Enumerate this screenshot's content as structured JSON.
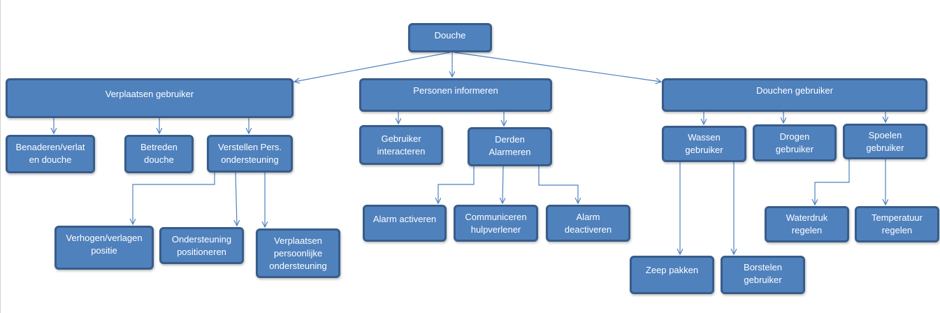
{
  "diagram": {
    "root": "Douche",
    "level1": {
      "verplaatsen": "Verplaatsen gebruiker",
      "informeren": "Personen informeren",
      "douchen": "Douchen gebruiker"
    },
    "verplaatsen_children": {
      "benaderen": "Benaderen/verlat\nen douche",
      "betreden": "Betreden\ndouche",
      "verstellen": "Verstellen Pers.\nondersteuning"
    },
    "verstellen_children": {
      "verhogen": "Verhogen/verlagen\npositie",
      "ondersteuning": "Ondersteuning\npositioneren",
      "verplaatsen_ondersteuning": "Verplaatsen\npersoonlijke\nondersteuning"
    },
    "informeren_children": {
      "gebruiker": "Gebruiker\ninteracteren",
      "derden": "Derden\nAlarmeren"
    },
    "derden_children": {
      "activeren": "Alarm activeren",
      "communiceren": "Communiceren\nhulpverlener",
      "deactiveren": "Alarm\ndeactiveren"
    },
    "douchen_children": {
      "wassen": "Wassen\ngebruiker",
      "drogen": "Drogen\ngebruiker",
      "spoelen": "Spoelen\ngebruiker"
    },
    "wassen_children": {
      "zeep": "Zeep pakken",
      "borstelen": "Borstelen\ngebruiker"
    },
    "spoelen_children": {
      "waterdruk": "Waterdruk\nregelen",
      "temperatuur": "Temperatuur\nregelen"
    }
  },
  "colors": {
    "box_fill": "#4f81bd",
    "box_border": "#385d8a",
    "connector": "#4f81bd",
    "text": "#ffffff"
  }
}
